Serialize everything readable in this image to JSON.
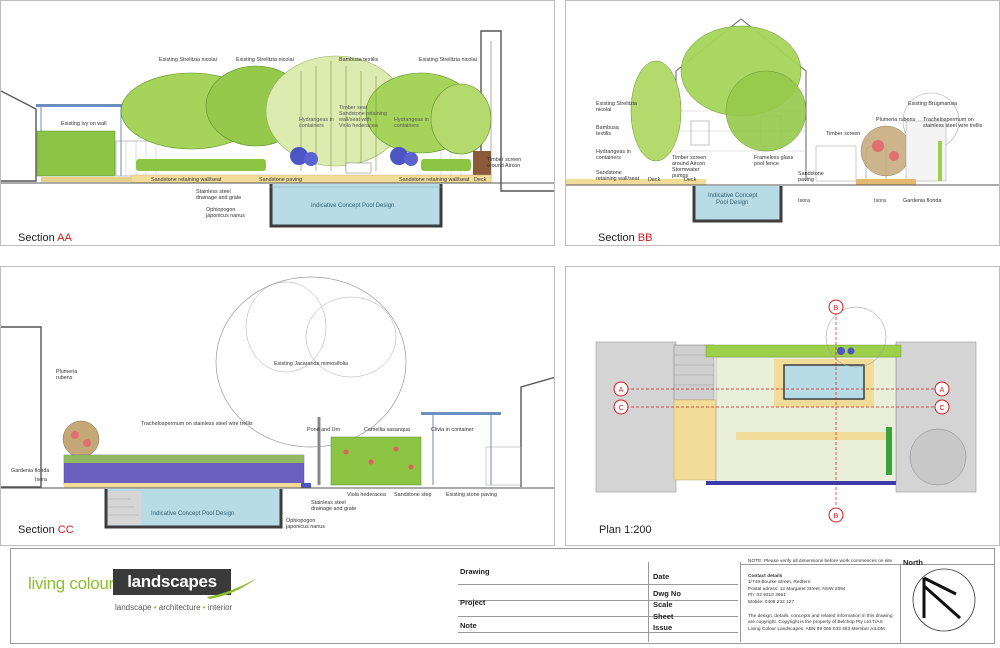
{
  "sections": {
    "aa": {
      "prefix": "Section ",
      "code": "AA",
      "labels": {
        "strel1": "Existing Strelitzia nicolai",
        "strel2": "Existing Strelitzia nicolai",
        "bamb": "Bambusa textilis",
        "strel3": "Existing Strelitzia nicolai",
        "ivy": "Existing Ivy on wall",
        "timber1": "Timber seat",
        "timber2": "Sandstone retaining",
        "timber3": "wall/seat with",
        "timber4": "Viola hederacea",
        "hydr1": "Hydrangeas in",
        "hydr1b": "containers",
        "hydr2": "Hydrangeas in",
        "hydr2b": "containers",
        "wall1": "Sandstone retaining wall/seat",
        "paving": "Sandstone paving",
        "wall2": "Sandstone retaining wall/seat",
        "deck": "Deck",
        "drain1": "Stainless steel",
        "drain2": "drainage and grate",
        "oph1": "Ophiopogon",
        "oph2": "japonicus nanus",
        "pool": "Indicative Concept Pool Design",
        "screen1": "Timber screen",
        "screen2": "around Aircon"
      }
    },
    "bb": {
      "prefix": "Section ",
      "code": "BB",
      "labels": {
        "strel1": "Existing Strelitzia",
        "strel2": "nicolai",
        "bamb1": "Bambusa",
        "bamb2": "textilis",
        "hydr1": "Hydrangeas in",
        "hydr2": "containers",
        "wall1": "Sandstone",
        "wall2": "retaining wall/seat",
        "deck1": "Deck",
        "deck2": "Deck",
        "screen1": "Timber screen",
        "screen2": "around Aircon",
        "screen3": "Stormwater",
        "screen4": "pumps",
        "fence1": "Frameless glass",
        "fence2": "pool fence",
        "paving1": "Sandstone",
        "paving2": "paving",
        "pool1": "Indicative Concept",
        "pool2": "Pool Design",
        "timber": "Timber screen",
        "brug": "Existing Brugmansia",
        "plum": "Plumeria rubens",
        "trach1": "Trachelospermum on",
        "trach2": "stainless steel wire trellis",
        "isora1": "Isora",
        "isora2": "Isora",
        "gard": "Gardenia florida"
      }
    },
    "cc": {
      "prefix": "Section ",
      "code": "CC",
      "labels": {
        "plum1": "Plumeria",
        "plum2": "rubens",
        "trach": "Trachelospermum on stainless steel wire trellis",
        "jac": "Existing Jacaranda mimosifolia",
        "pond": "Pond and Urn",
        "cam": "Camellia sasanqua",
        "cliv": "Clivia in container",
        "gard": "Gardenia florida",
        "isora": "Isora",
        "drain1": "Stainless steel",
        "drain2": "drainage and grate",
        "oph1": "Ophiopogon",
        "oph2": "japonicus nanus",
        "viola": "Viola hederacea",
        "step": "Sandstone step",
        "paving": "Existing stone paving",
        "pool": "Indicative Concept Pool Design"
      }
    },
    "plan": {
      "title": "Plan 1:200",
      "markers": {
        "b": "B",
        "a": "A",
        "c": "C"
      }
    }
  },
  "titleblock": {
    "logo": {
      "part1": "living colour",
      "part2": "landscapes",
      "tag1": "landscape",
      "tag2": "architecture",
      "tag3": "interior",
      "bullet": "•"
    },
    "fields": {
      "drawing": "Drawing",
      "project": "Project",
      "note": "Note",
      "date": "Date",
      "dwg": "Dwg No",
      "scale": "Scale",
      "sheet": "Sheet",
      "issue": "Issue",
      "north": "North"
    },
    "note_top": "NOTE: Please verify all dimensions before work commences on site.",
    "contact": {
      "heading": "Contact details",
      "line1": "1/749 Bourke Street, Redfern",
      "line2": "Postal adress: 12 Margaret Street, NSW 2094",
      "line3": "Ph: 02 9310 3661",
      "line4": "Mobile: 0408 232 127"
    },
    "copyright": {
      "line1": "The design, details, concepts and related information  in this drawing",
      "line2": "are copyright. Copyright is the property of Belchop Pty Ltd T/AS",
      "line3": "Living Colour Landscapes. ABN 99 065 033 463        Member AILDM"
    }
  },
  "colors": {
    "foliage": "#9ccf4a",
    "foliage_dark": "#5e8f2a",
    "pool": "#b8dce6",
    "pool_border": "#3d3d3d",
    "sandstone": "#f2dc9a",
    "hydrangea": "#4c55c4",
    "section_code": "#d01b1b",
    "logo_green": "#8bbf2e",
    "logo_dark": "#3a3a3a"
  }
}
